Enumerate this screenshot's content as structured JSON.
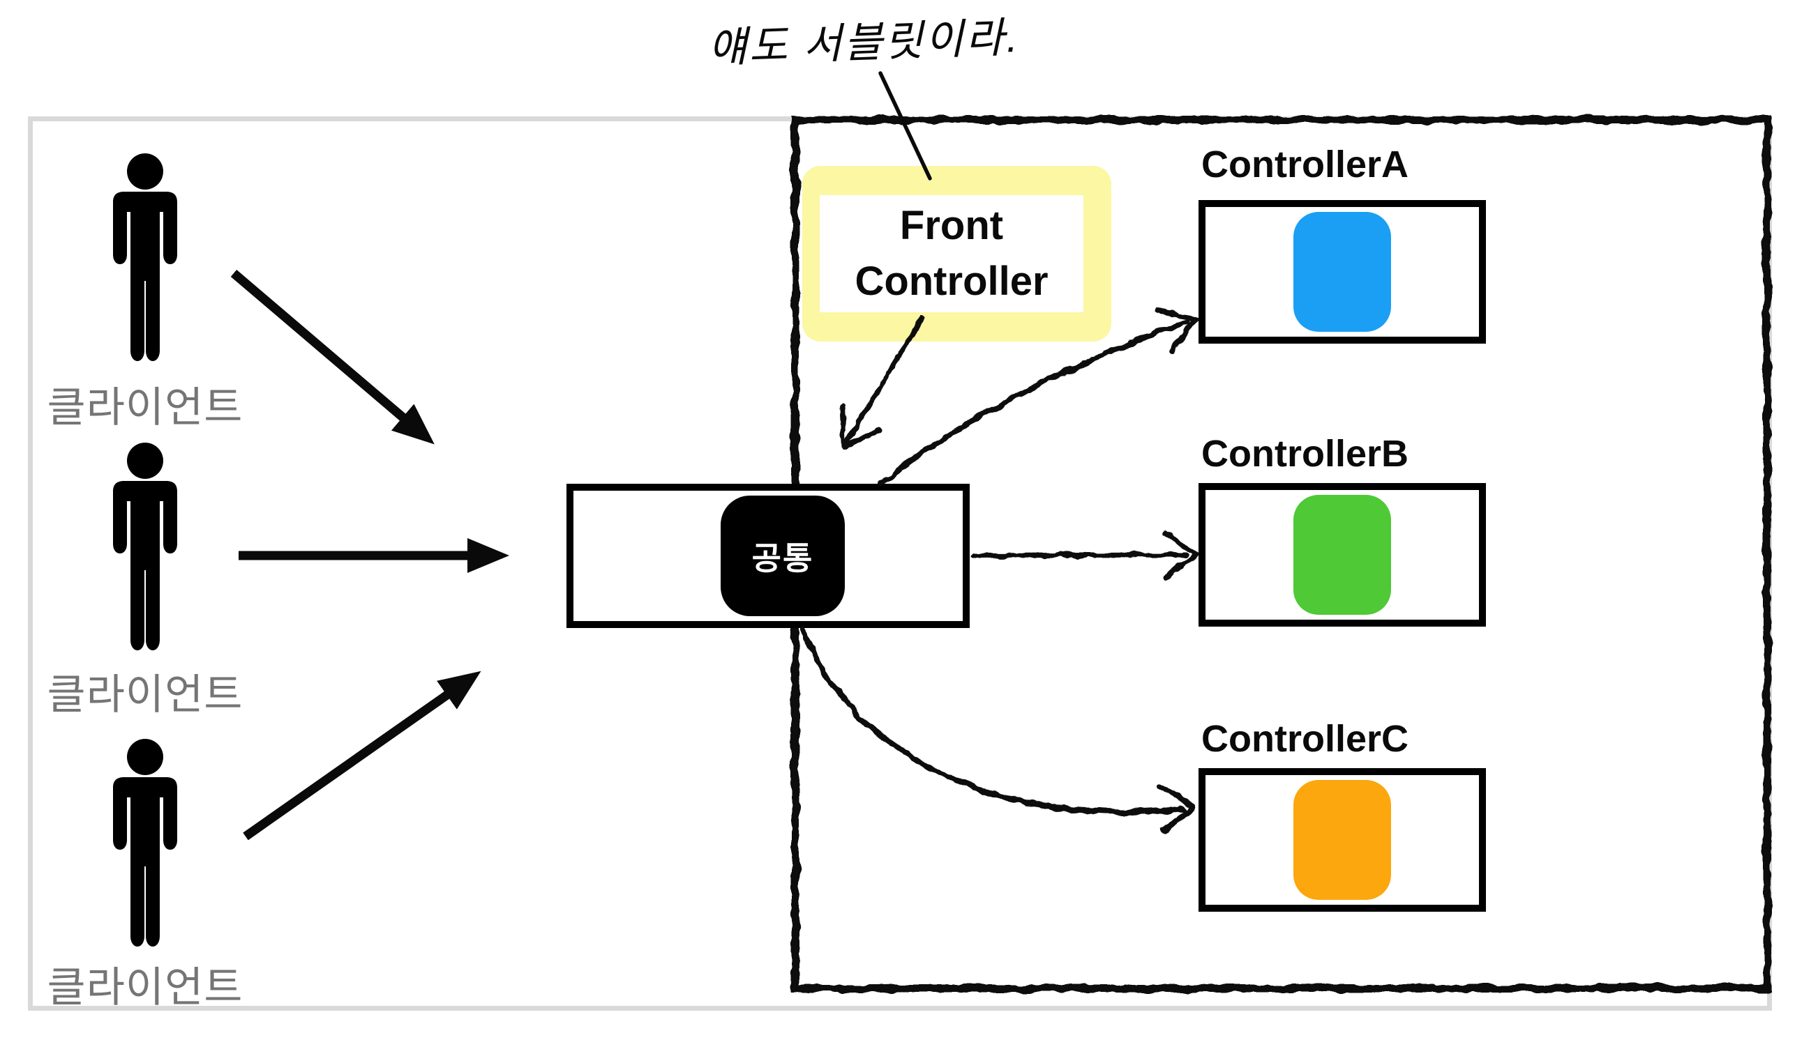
{
  "annotation": {
    "text": "얘도 서블릿이라."
  },
  "clients": {
    "items": [
      {
        "label": "클라이언트"
      },
      {
        "label": "클라이언트"
      },
      {
        "label": "클라이언트"
      }
    ]
  },
  "front_controller": {
    "line1": "Front",
    "line2": "Controller"
  },
  "common": {
    "label": "공통"
  },
  "controllers": [
    {
      "title": "ControllerA",
      "color": "#1a9ff4"
    },
    {
      "title": "ControllerB",
      "color": "#4fc936"
    },
    {
      "title": "ControllerC",
      "color": "#fba70d"
    }
  ],
  "colors": {
    "highlight_yellow": "#fbf7a3",
    "common_bg": "#000000",
    "frame_gray": "#d9d9d9",
    "label_gray": "#757575",
    "ink": "#0a0a0a"
  }
}
